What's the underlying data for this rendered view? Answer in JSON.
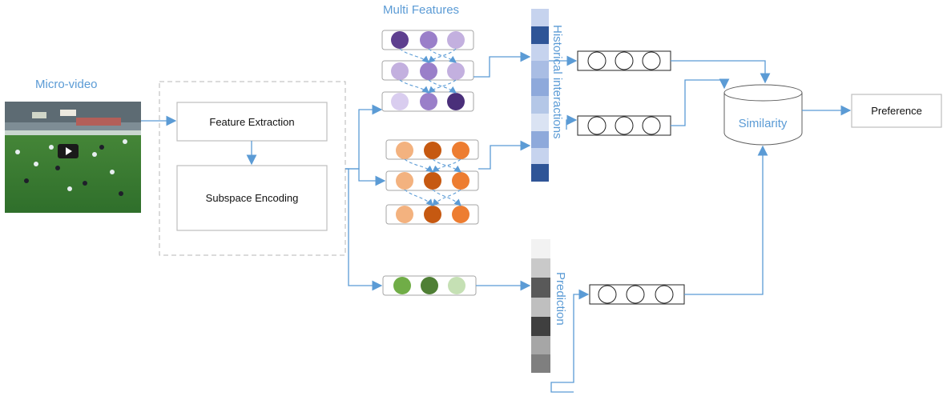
{
  "labels": {
    "micro_video": "Micro-video",
    "multi_features": "Multi Features",
    "feature_extraction": "Feature Extraction",
    "subspace_encoding": "Subspace Encoding",
    "historical_interactions": "Historical interactions",
    "prediction": "Prediction",
    "similarity": "Similarity",
    "preference": "Preference"
  },
  "colors": {
    "accent": "#5b9bd5",
    "purple_row1": [
      "#5e3f8f",
      "#9a7fc9",
      "#c3b0df"
    ],
    "purple_row2": [
      "#c3b0df",
      "#9a7fc9",
      "#c3b0df"
    ],
    "purple_row3": [
      "#d9cdef",
      "#9a7fc9",
      "#4a2f7a"
    ],
    "orange_row1": [
      "#f3b27f",
      "#c65911",
      "#ed7d31"
    ],
    "orange_row2": [
      "#f3b27f",
      "#c65911",
      "#ed7d31"
    ],
    "orange_row3": [
      "#f3b27f",
      "#c65911",
      "#ed7d31"
    ],
    "green_row": [
      "#70ad47",
      "#4f7f35",
      "#c5e0b4"
    ],
    "historical_bar": [
      "#c6d3ee",
      "#2f5597",
      "#c6d3ee",
      "#a9bde4",
      "#8ea9db",
      "#b4c7e7",
      "#dae3f3",
      "#8ea9db",
      "#c6d3ee",
      "#2f5597"
    ],
    "prediction_bar": [
      "#f2f2f2",
      "#c9c9c9",
      "#595959",
      "#bfbfbf",
      "#3f3f3f",
      "#a6a6a6",
      "#7f7f7f"
    ]
  },
  "icons": {
    "play": "play-icon"
  }
}
